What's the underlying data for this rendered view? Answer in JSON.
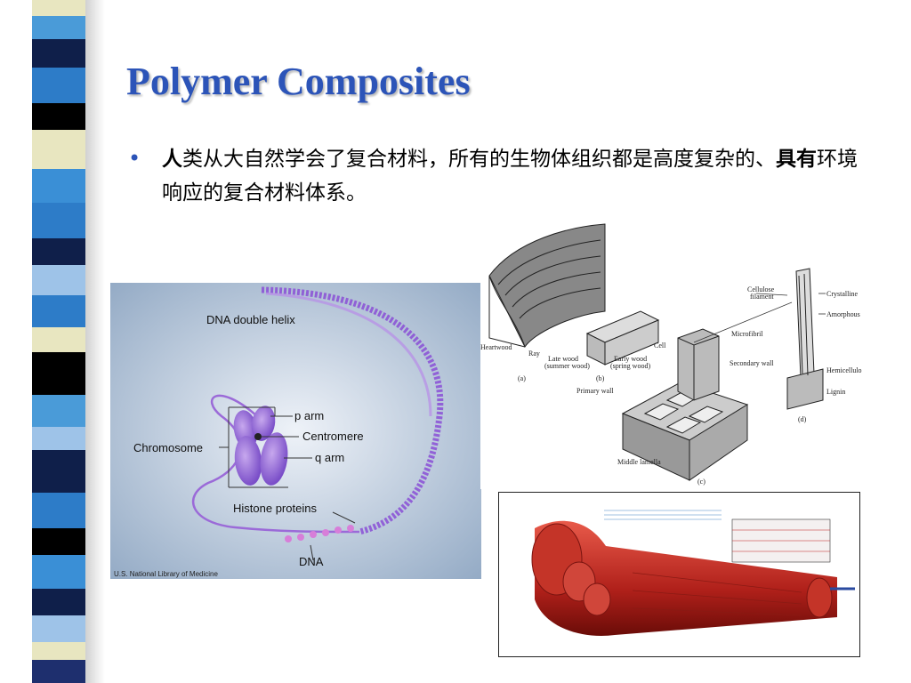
{
  "slide": {
    "title": "Polymer Composites",
    "bullet": {
      "bold_prefix": "人",
      "text_mid": "类从大自然学会了复合材料，所有的生物体组织都是高度复杂的、",
      "bold_mid": "具有",
      "text_end": "环境响应的复合材料体系。"
    }
  },
  "dna_figure": {
    "labels": {
      "double_helix": "DNA double helix",
      "p_arm": "p arm",
      "centromere": "Centromere",
      "q_arm": "q arm",
      "chromosome": "Chromosome",
      "histone": "Histone proteins",
      "dna": "DNA",
      "credit": "U.S. National Library of Medicine"
    }
  },
  "wood_figure": {
    "labels": {
      "heartwood": "Heartwood",
      "ray": "Ray",
      "a": "(a)",
      "late_wood": "Late wood",
      "summer_wood": "(summer wood)",
      "early_wood": "Early wood",
      "spring_wood": "(spring wood)",
      "b": "(b)",
      "cell": "Cell",
      "microfibril": "Microfibril",
      "secondary_wall": "Secondary wall",
      "primary_wall": "Primary wall",
      "middle_lamella": "Middle lamella",
      "c": "(c)",
      "cellulose": "Cellulose",
      "filament": "filament",
      "crystalline": "Crystalline",
      "amorphous": "Amorphous",
      "hemicellulose": "Hemicellulo",
      "lignin": "Lignin",
      "d": "(d)"
    }
  },
  "colors": {
    "title": "#2c54b8",
    "stripes": [
      "#3a8fd6",
      "#1e2f6e",
      "#000000",
      "#e8e6c0",
      "#4a9bd8",
      "#9ec3e8",
      "#0f1f4a",
      "#2d7cc8"
    ]
  }
}
